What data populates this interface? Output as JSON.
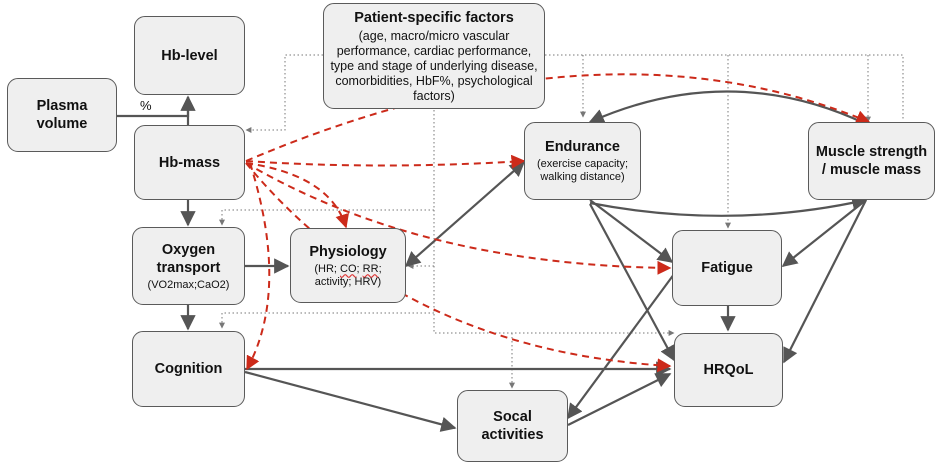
{
  "nodes": {
    "hb_level": {
      "title": "Hb-level"
    },
    "plasma_volume": {
      "title": "Plasma volume"
    },
    "hb_mass": {
      "title": "Hb-mass"
    },
    "patient_factors": {
      "title": "Patient-specific factors",
      "subtitle": "(age, macro/micro vascular performance, cardiac performance, type and stage of underlying disease, comorbidities, HbF%, psychological factors)"
    },
    "endurance": {
      "title": "Endurance",
      "subtitle": "(exercise capacity; walking distance)"
    },
    "muscle": {
      "title": "Muscle strength / muscle mass"
    },
    "oxygen_transport": {
      "title": "Oxygen transport",
      "subtitle": "(VO2max;CaO2)"
    },
    "physiology": {
      "title": "Physiology",
      "subtitle_parts": [
        "(HR; ",
        "CO",
        "; ",
        "RR",
        "; activity; HRV)"
      ]
    },
    "fatigue": {
      "title": "Fatigue"
    },
    "cognition": {
      "title": "Cognition"
    },
    "hrqol": {
      "title": "HRQoL"
    },
    "social": {
      "title": "Socal activities"
    }
  },
  "edge_label_percent": "%",
  "colors": {
    "solid_arrow": "#555555",
    "red_dashed": "#cc2a1a",
    "dotted": "#777777",
    "node_fill": "#efefef"
  }
}
